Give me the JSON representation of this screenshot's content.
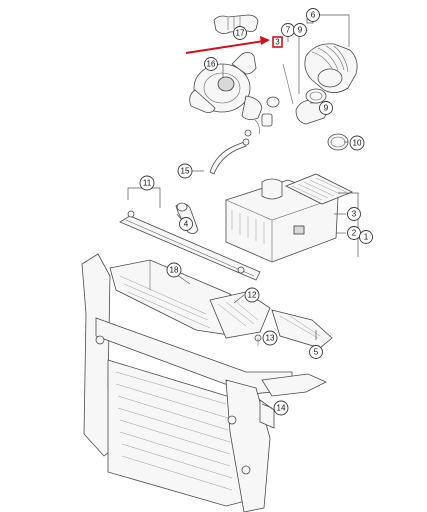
{
  "diagram": {
    "accent_color": "#d0101a",
    "highlighted_part": "3",
    "callouts": {
      "c17": "17",
      "c7": "7",
      "c9a": "9",
      "c6": "6",
      "c3top": "3",
      "c16": "16",
      "c9b": "9",
      "c10": "10",
      "c15": "15",
      "c11": "11",
      "c4": "4",
      "c3": "3",
      "c2": "2",
      "c1": "1",
      "c18": "18",
      "c12": "12",
      "c13": "13",
      "c5": "5",
      "c14": "14"
    }
  }
}
